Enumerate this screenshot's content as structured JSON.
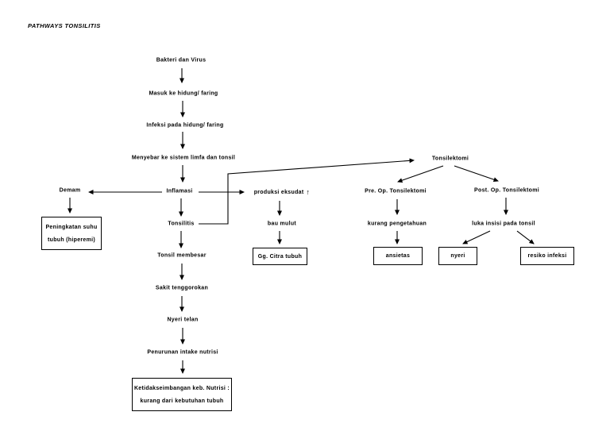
{
  "colors": {
    "ink": "#000000",
    "background": "#ffffff"
  },
  "title": "PATHWAYS TONSILITIS",
  "nodes": {
    "bakteri_dan_virus": "Bakteri dan Virus",
    "masuk_ke_hidung_faring": "Masuk ke hidung/ faring",
    "infeksi_pada_hidung_faring": "Infeksi pada hidung/ faring",
    "menyebar_ke_sistem_limfa_dan_tonsil": "Menyebar ke sistem limfa dan tonsil",
    "inflamasi": "Inflamasi",
    "demam": "Demam",
    "produksi_eksudat": "produksi eksudat",
    "bau_mulut": "bau mulut",
    "tonsilitis": "Tonsilitis",
    "tonsil_membesar": "Tonsil membesar",
    "sakit_tenggorokan": "Sakit tenggorokan",
    "nyeri_telan": "Nyeri telan",
    "penurunan_intake_nutrisi": "Penurunan intake nutrisi",
    "tonsilektomi": "Tonsilektomi",
    "pre_op_tonsilektomi": "Pre. Op. Tonsilektomi",
    "post_op_tonsilektomi": "Post. Op. Tonsilektomi",
    "kurang_pengetahuan": "kurang pengetahuan",
    "luka_insisi_pada_tonsil": "luka insisi pada tonsil"
  },
  "diagnosis_boxes": {
    "peningkatan_suhu": {
      "line1": "Peningkatan suhu",
      "line2": "tubuh (hiperemi)"
    },
    "gg_citra_tubuh": "Gg. Citra tubuh",
    "ketidakseimbangan_nutrisi": {
      "line1": "Ketidakseimbangan keb. Nutrisi :",
      "line2": "kurang dari kebutuhan tubuh"
    },
    "ansietas": "ansietas",
    "nyeri": "nyeri",
    "resiko_infeksi": "resiko infeksi"
  },
  "icons": {
    "increase_arrow": "↑"
  }
}
